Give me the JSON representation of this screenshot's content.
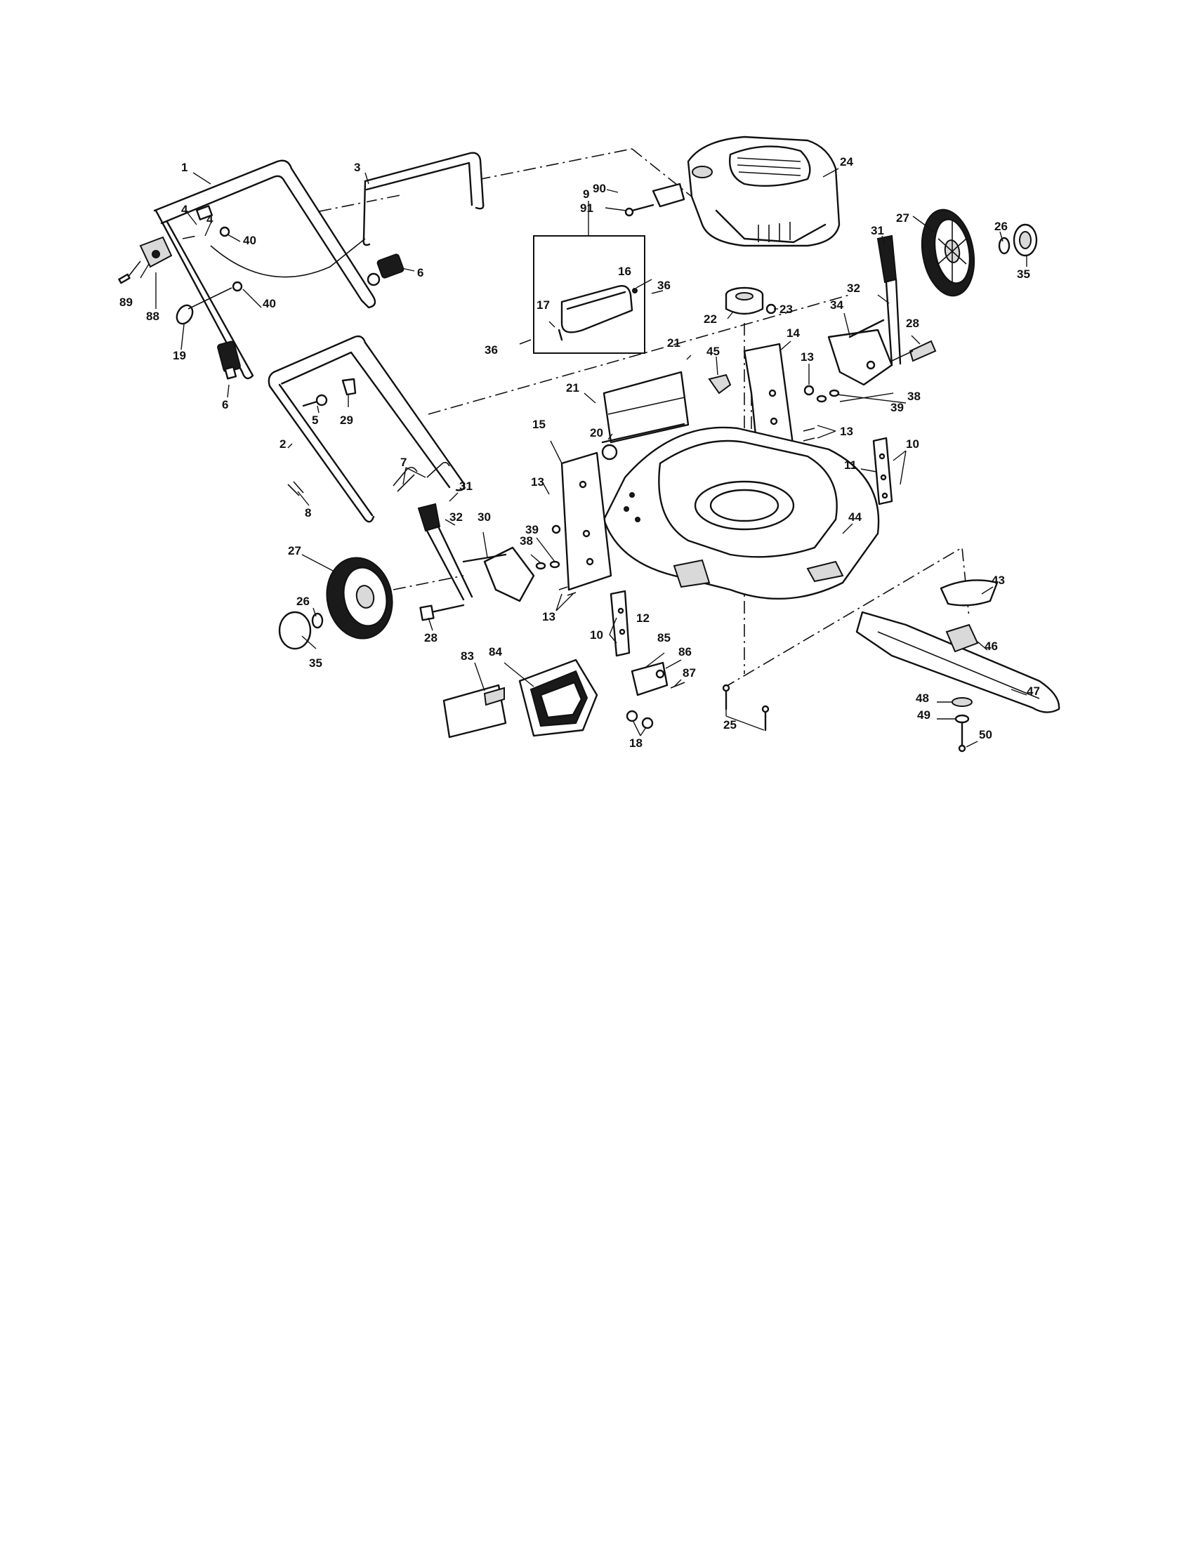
{
  "diagram": {
    "callouts": [
      {
        "id": "c1",
        "label": "1"
      },
      {
        "id": "c2",
        "label": "2"
      },
      {
        "id": "c3",
        "label": "3"
      },
      {
        "id": "c4a",
        "label": "4"
      },
      {
        "id": "c4b",
        "label": "4"
      },
      {
        "id": "c5",
        "label": "5"
      },
      {
        "id": "c6a",
        "label": "6"
      },
      {
        "id": "c6b",
        "label": "6"
      },
      {
        "id": "c7",
        "label": "7"
      },
      {
        "id": "c8",
        "label": "8"
      },
      {
        "id": "c9",
        "label": "9"
      },
      {
        "id": "c10a",
        "label": "10"
      },
      {
        "id": "c10b",
        "label": "10"
      },
      {
        "id": "c11",
        "label": "11"
      },
      {
        "id": "c12",
        "label": "12"
      },
      {
        "id": "c13a",
        "label": "13"
      },
      {
        "id": "c13b",
        "label": "13"
      },
      {
        "id": "c13c",
        "label": "13"
      },
      {
        "id": "c13d",
        "label": "13"
      },
      {
        "id": "c14",
        "label": "14"
      },
      {
        "id": "c15",
        "label": "15"
      },
      {
        "id": "c16",
        "label": "16"
      },
      {
        "id": "c17",
        "label": "17"
      },
      {
        "id": "c18",
        "label": "18"
      },
      {
        "id": "c19",
        "label": "19"
      },
      {
        "id": "c20",
        "label": "20"
      },
      {
        "id": "c21a",
        "label": "21"
      },
      {
        "id": "c21b",
        "label": "21"
      },
      {
        "id": "c22",
        "label": "22"
      },
      {
        "id": "c23",
        "label": "23"
      },
      {
        "id": "c24",
        "label": "24"
      },
      {
        "id": "c25",
        "label": "25"
      },
      {
        "id": "c26a",
        "label": "26"
      },
      {
        "id": "c26b",
        "label": "26"
      },
      {
        "id": "c27a",
        "label": "27"
      },
      {
        "id": "c27b",
        "label": "27"
      },
      {
        "id": "c28a",
        "label": "28"
      },
      {
        "id": "c28b",
        "label": "28"
      },
      {
        "id": "c29",
        "label": "29"
      },
      {
        "id": "c30",
        "label": "30"
      },
      {
        "id": "c31a",
        "label": "31"
      },
      {
        "id": "c31b",
        "label": "31"
      },
      {
        "id": "c32a",
        "label": "32"
      },
      {
        "id": "c32b",
        "label": "32"
      },
      {
        "id": "c34",
        "label": "34"
      },
      {
        "id": "c35a",
        "label": "35"
      },
      {
        "id": "c35b",
        "label": "35"
      },
      {
        "id": "c36a",
        "label": "36"
      },
      {
        "id": "c36b",
        "label": "36"
      },
      {
        "id": "c38a",
        "label": "38"
      },
      {
        "id": "c38b",
        "label": "38"
      },
      {
        "id": "c39a",
        "label": "39"
      },
      {
        "id": "c39b",
        "label": "39"
      },
      {
        "id": "c40a",
        "label": "40"
      },
      {
        "id": "c40b",
        "label": "40"
      },
      {
        "id": "c43",
        "label": "43"
      },
      {
        "id": "c44",
        "label": "44"
      },
      {
        "id": "c45",
        "label": "45"
      },
      {
        "id": "c46",
        "label": "46"
      },
      {
        "id": "c47",
        "label": "47"
      },
      {
        "id": "c48",
        "label": "48"
      },
      {
        "id": "c49",
        "label": "49"
      },
      {
        "id": "c50",
        "label": "50"
      },
      {
        "id": "c83",
        "label": "83"
      },
      {
        "id": "c84",
        "label": "84"
      },
      {
        "id": "c85",
        "label": "85"
      },
      {
        "id": "c86",
        "label": "86"
      },
      {
        "id": "c87",
        "label": "87"
      },
      {
        "id": "c88",
        "label": "88"
      },
      {
        "id": "c89",
        "label": "89"
      },
      {
        "id": "c90",
        "label": "90"
      },
      {
        "id": "c91",
        "label": "91"
      }
    ]
  }
}
